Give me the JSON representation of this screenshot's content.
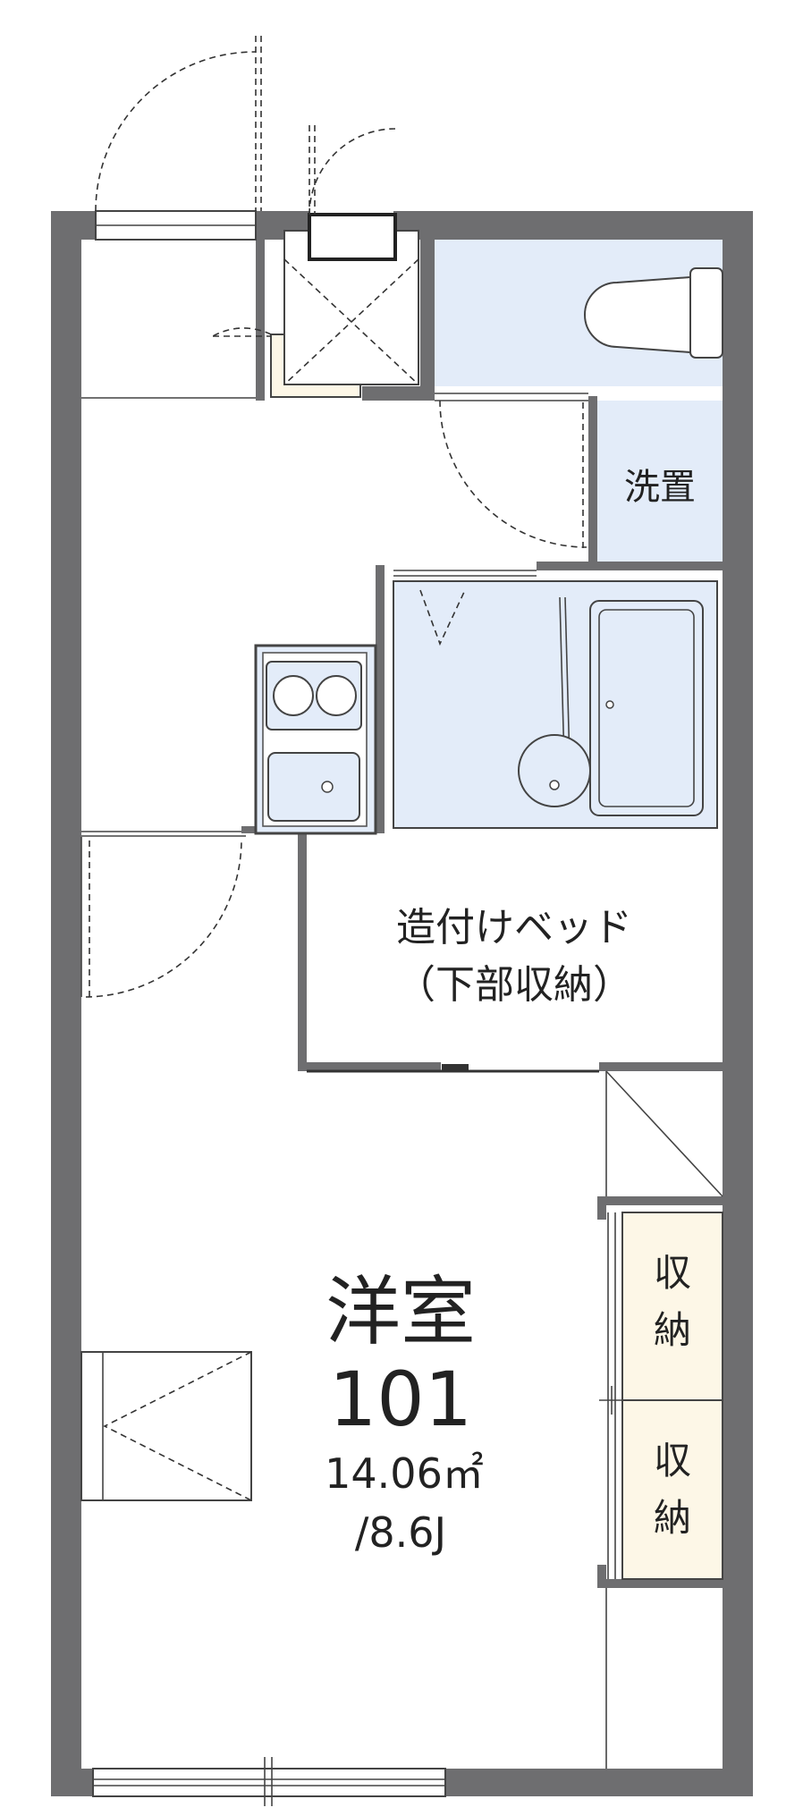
{
  "floorplan": {
    "labels": {
      "washroom": "洗置",
      "bed_line1": "造付けベッド",
      "bed_line2": "（下部収納）",
      "room_name": "洋室",
      "room_number": "101",
      "area": "14.06㎡",
      "tatami": "/8.6J",
      "storage_top_1": "収",
      "storage_top_2": "納",
      "storage_bottom_1": "収",
      "storage_bottom_2": "納"
    },
    "colors": {
      "wall": "#6e6e70",
      "wet_area": "#e3ecf9",
      "storage": "#fdf7e7",
      "line": "#333333"
    }
  }
}
